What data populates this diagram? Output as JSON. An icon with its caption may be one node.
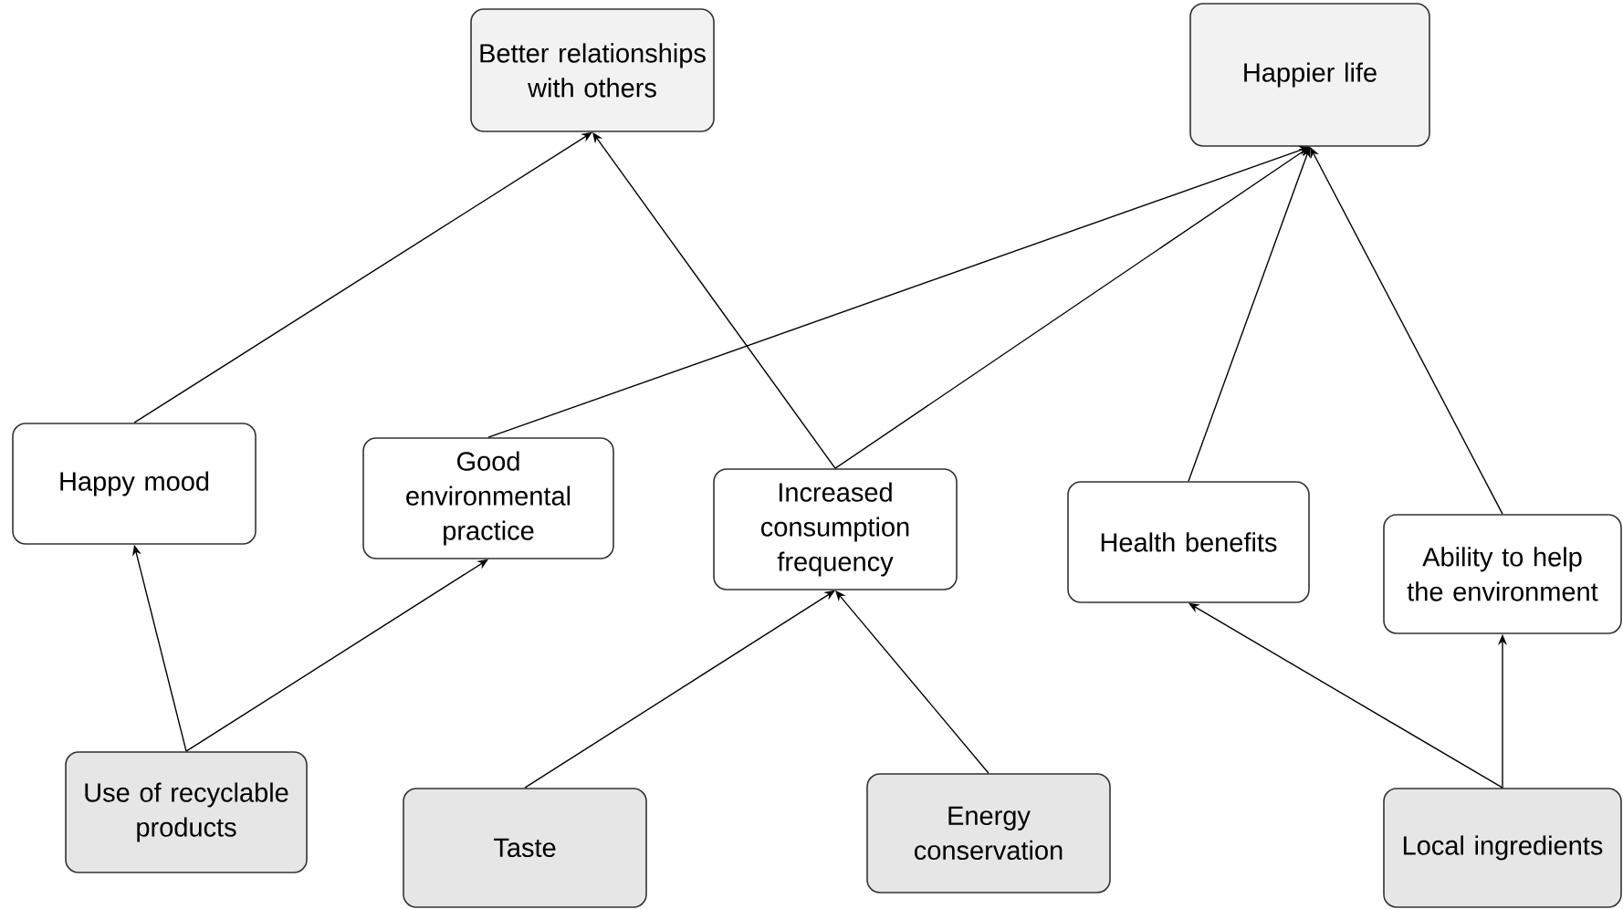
{
  "diagram": {
    "nodes": [
      {
        "text": [
          "Better relationships with others"
        ]
      },
      {
        "text": [
          "Happier life"
        ]
      },
      {
        "text": [
          "Happy mood"
        ]
      },
      {
        "text": [
          "Good environmental practice"
        ]
      },
      {
        "text": [
          "Increased consumption frequency"
        ]
      },
      {
        "text": [
          "Health benefits"
        ]
      },
      {
        "text": [
          "Ability to help the environment"
        ]
      },
      {
        "text": [
          "Use of recyclable products"
        ]
      },
      {
        "text": [
          "Taste"
        ]
      },
      {
        "text": [
          "Energy conservation"
        ]
      },
      {
        "text": [
          "Local ingredients"
        ]
      }
    ],
    "edges": [
      {
        "from": 2,
        "to": 0,
        "arrow": "to"
      },
      {
        "from": 4,
        "to": 0,
        "arrow": "to"
      },
      {
        "from": 3,
        "to": 1,
        "arrow": "to"
      },
      {
        "from": 4,
        "to": 1,
        "arrow": "to"
      },
      {
        "from": 5,
        "to": 1,
        "arrow": "to"
      },
      {
        "from": 6,
        "to": 1,
        "arrow": "to"
      },
      {
        "from": 7,
        "to": 2,
        "arrow": "to"
      },
      {
        "from": 7,
        "to": 3,
        "arrow": "to"
      },
      {
        "from": 8,
        "to": 4,
        "arrow": "to"
      },
      {
        "from": 9,
        "to": 4,
        "arrow": "to"
      },
      {
        "from": 10,
        "to": 5,
        "arrow": "to"
      },
      {
        "from": 10,
        "to": 6,
        "arrow": "to"
      }
    ]
  }
}
